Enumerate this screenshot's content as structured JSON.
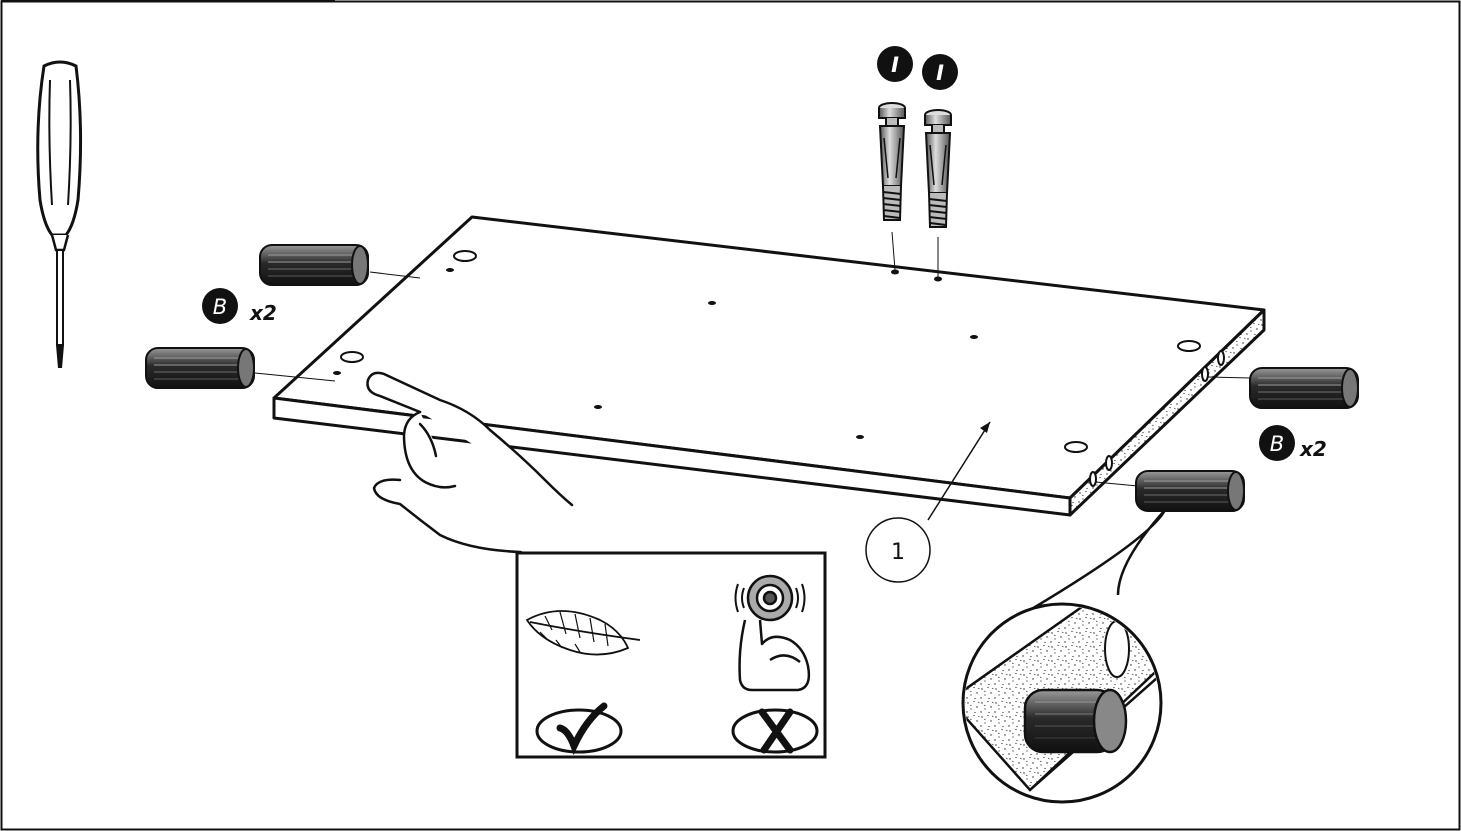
{
  "page": {
    "background": "#ffffff",
    "line_color": "#111111"
  },
  "labels": {
    "part_b_letter": "B",
    "part_b_qty": "x2",
    "part_i_letter": "I",
    "panel_number": "1"
  },
  "parts": {
    "dowel_b": {
      "letter": "B",
      "quantity": "x2",
      "count_left": 2,
      "count_right": 2
    },
    "cam_bolt_i": {
      "letter": "I",
      "count": 2
    }
  },
  "tools": {
    "screwdriver": "screwdriver-icon"
  },
  "force_hint": {
    "ok_icon": "feather-icon",
    "ok_mark": "check-icon",
    "bad_icon": "strong-arm-icon",
    "bad_mark": "cross-icon"
  },
  "detail_view": {
    "subject": "dowel-inserted-in-panel-edge"
  }
}
